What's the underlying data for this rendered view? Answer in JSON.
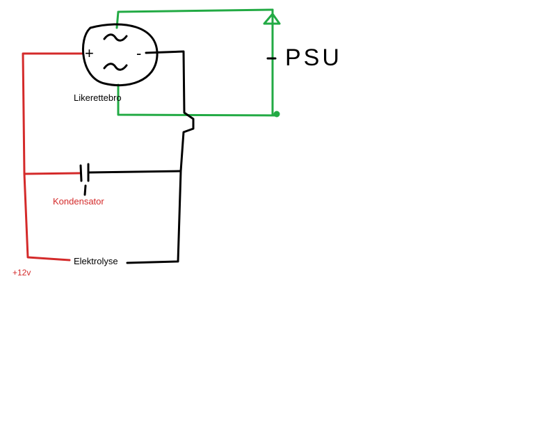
{
  "labels": {
    "bridge": "Likerettebro",
    "capacitor": "Kondensator",
    "electrolysis": "Elektrolyse",
    "voltage": "+12v",
    "psu": "PSU"
  },
  "bridge_symbols": {
    "plus": "+",
    "minus": "-"
  },
  "colors": {
    "red": "#d42a2a",
    "green": "#22aa44",
    "black": "#000000",
    "label_red": "#d42a2a",
    "label_black": "#000000"
  }
}
